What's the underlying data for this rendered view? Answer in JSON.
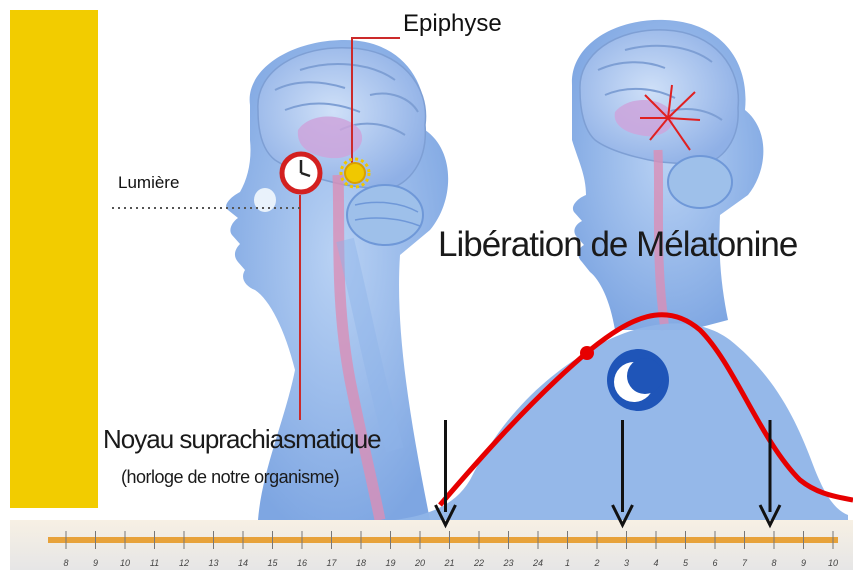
{
  "labels": {
    "epiphyse": "Epiphyse",
    "lumiere": "Lumière",
    "liberation": "Libération de Mélatonine",
    "noyau": "Noyau suprachiasmatique",
    "horloge": "(horloge de notre organisme)"
  },
  "timeline": {
    "hours": [
      "8",
      "9",
      "10",
      "11",
      "12",
      "13",
      "14",
      "15",
      "16",
      "17",
      "18",
      "19",
      "20",
      "21",
      "22",
      "23",
      "24",
      "1",
      "2",
      "3",
      "4",
      "5",
      "6",
      "7",
      "8",
      "9",
      "10"
    ],
    "arrows_at_hours": [
      "21",
      "3",
      "8"
    ]
  },
  "colors": {
    "side_bar": "#f2cc00",
    "head_blue": "#8fb4e8",
    "head_dark": "#6f98d8",
    "brain": "#aac3ec",
    "curve": "#e60000",
    "spine": "#d98fb6",
    "timeline_band": "#e7a23a"
  },
  "icons": [
    "clock-icon",
    "sun-icon",
    "moon-icon",
    "down-arrow-icon"
  ]
}
